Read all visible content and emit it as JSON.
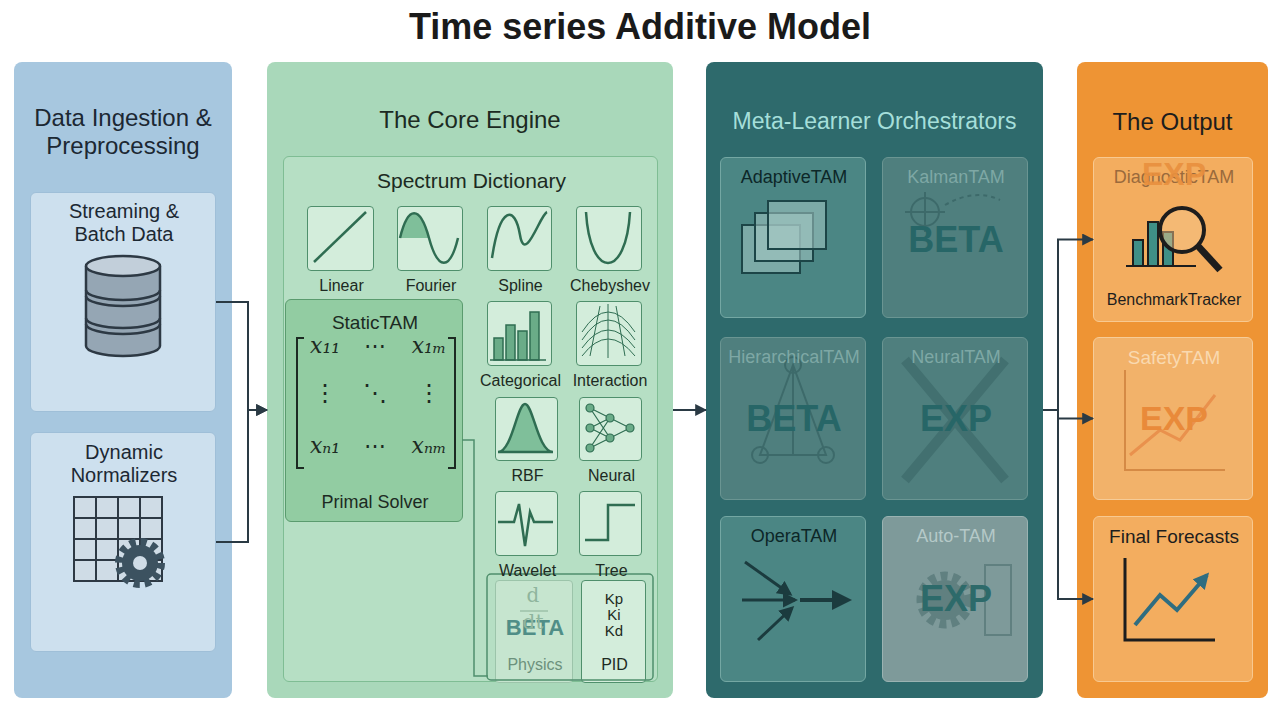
{
  "diagram": {
    "title": "Time series Additive Model",
    "nodes": [
      {
        "text": [
          "Data Ingestion & Preprocessing"
        ]
      },
      {
        "text": [
          "Streaming & Batch Data"
        ],
        "in": 0
      },
      {
        "text": [
          "Dynamic Normalizers"
        ],
        "in": 0
      },
      {
        "text": [
          "The Core Engine"
        ]
      },
      {
        "text": [
          "Spectrum Dictionary"
        ],
        "in": 3
      },
      {
        "text": [
          "Linear"
        ],
        "in": 4
      },
      {
        "text": [
          "Fourier"
        ],
        "in": 4
      },
      {
        "text": [
          "Spline"
        ],
        "in": 4
      },
      {
        "text": [
          "Chebyshev"
        ],
        "in": 4
      },
      {
        "text": [
          "StaticTAM",
          "Primal Solver"
        ],
        "in": 4
      },
      {
        "text": [
          "Categorical"
        ],
        "in": 4
      },
      {
        "text": [
          "Interaction"
        ],
        "in": 4
      },
      {
        "text": [
          "RBF"
        ],
        "in": 4
      },
      {
        "text": [
          "Neural"
        ],
        "in": 4
      },
      {
        "text": [
          "Wavelet"
        ],
        "in": 4
      },
      {
        "text": [
          "Tree"
        ],
        "in": 4
      },
      {
        "text": [
          "BETA",
          "Physics"
        ],
        "in": 4
      },
      {
        "text": [
          "Kp Ki Kd",
          "PID"
        ],
        "in": 4
      },
      {
        "text": [
          "Meta-Learner Orchestrators"
        ]
      },
      {
        "text": [
          "AdaptiveTAM"
        ],
        "in": 18
      },
      {
        "text": [
          "KalmanTAM",
          "BETA"
        ],
        "in": 18
      },
      {
        "text": [
          "HierarchicalTAM",
          "BETA"
        ],
        "in": 18
      },
      {
        "text": [
          "NeuralTAM",
          "EXP"
        ],
        "in": 18
      },
      {
        "text": [
          "OperaTAM"
        ],
        "in": 18
      },
      {
        "text": [
          "Auto-TAM",
          "EXP"
        ],
        "in": 18
      },
      {
        "text": [
          "The Output"
        ]
      },
      {
        "text": [
          "DiagnosticTAM",
          "EXP",
          "BenchmarkTracker"
        ],
        "in": 25
      },
      {
        "text": [
          "SafetyTAM",
          "EXP"
        ],
        "in": 25
      },
      {
        "text": [
          "Final Forecasts"
        ],
        "in": 25
      }
    ],
    "edges": [
      {
        "from": 1,
        "to": 3,
        "arrow": "to"
      },
      {
        "from": 2,
        "to": 3,
        "arrow": "to"
      },
      {
        "from": 3,
        "to": 18,
        "arrow": "to"
      },
      {
        "from": 18,
        "to": 26,
        "arrow": "to"
      },
      {
        "from": 18,
        "to": 27,
        "arrow": "to"
      },
      {
        "from": 18,
        "to": 28,
        "arrow": "to"
      }
    ],
    "labels": [
      "x₁₁",
      "⋯",
      "x₁ₘ",
      "⋮",
      "⋱",
      "⋮",
      "xₙ₁",
      "⋯",
      "xₙₘ",
      "d",
      "dt"
    ]
  }
}
